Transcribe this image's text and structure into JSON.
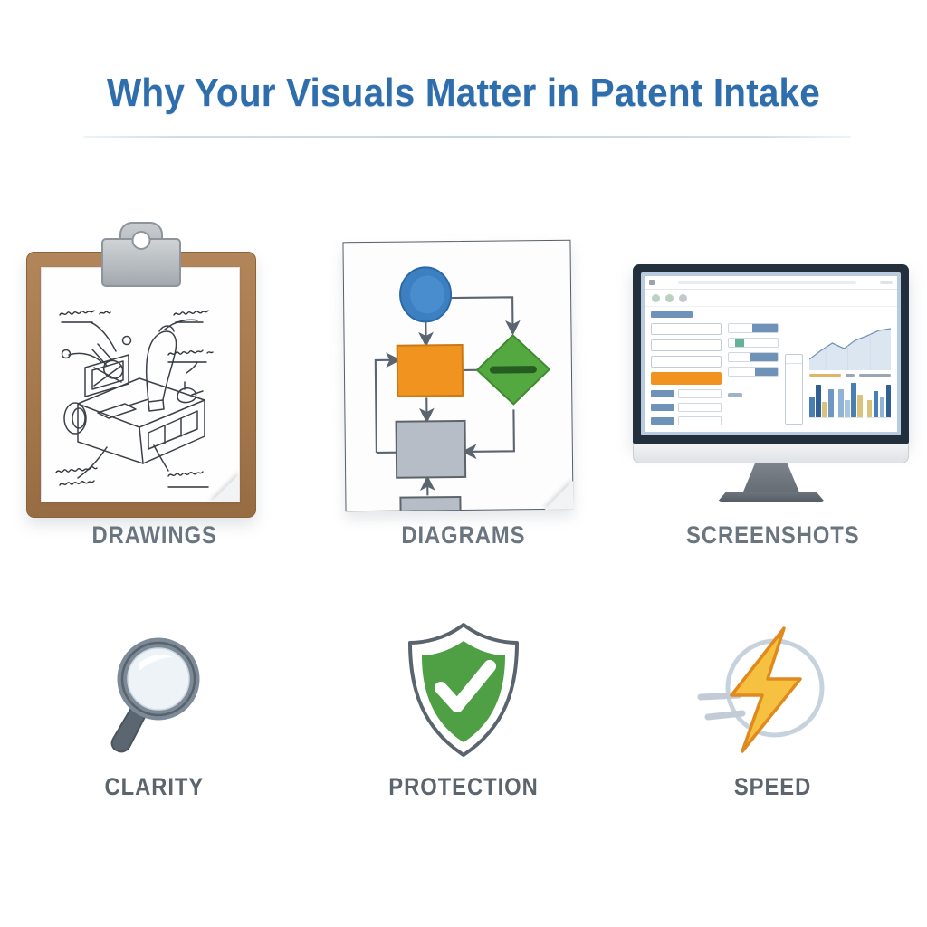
{
  "page": {
    "title": "Why Your Visuals Matter in Patent Intake",
    "background_color": "#ffffff",
    "title_color": "#2f6ead",
    "divider_color": "#c6d7e4",
    "caption_color": "#6b7580"
  },
  "media_row": {
    "items": [
      {
        "key": "drawings",
        "label": "DRAWINGS",
        "icon": "clipboard-sketch-icon",
        "description": "Clipboard with hand-drawn technical invention sketch and handwritten callout annotations",
        "colors": {
          "board": "#a97c50",
          "clip": "#b4babe",
          "paper": "#fefefe"
        }
      },
      {
        "key": "diagrams",
        "label": "DIAGRAMS",
        "icon": "flowchart-page-icon",
        "description": "Paper sheet with folded corner showing a flowchart",
        "colors": {
          "start": "#3d80c2",
          "process": "#f0941f",
          "decision": "#54a840",
          "step": "#b7bdc6"
        }
      },
      {
        "key": "screenshots",
        "label": "SCREENSHOTS",
        "icon": "desktop-monitor-icon",
        "description": "Desktop monitor showing a browser dashboard with forms, charts and an orange button",
        "colors": {
          "bezel": "#242f3d",
          "accent": "#6f92b8",
          "button": "#f0941f"
        }
      }
    ]
  },
  "benefit_row": {
    "items": [
      {
        "key": "clarity",
        "label": "CLARITY",
        "icon": "magnifying-glass-icon",
        "colors": {
          "rim": "#7d8a97",
          "lens": "#eef3f8",
          "handle": "#5b6670"
        }
      },
      {
        "key": "protection",
        "label": "PROTECTION",
        "icon": "shield-check-icon",
        "colors": {
          "shield": "#4f9f44",
          "outline": "#59646e",
          "check": "#ffffff"
        }
      },
      {
        "key": "speed",
        "label": "SPEED",
        "icon": "lightning-bolt-icon",
        "colors": {
          "bolt": "#f6c141",
          "bolt_outline": "#e08a1e",
          "circle": "#c6d2dd",
          "speed_lines": "#c3ccd6"
        }
      }
    ]
  },
  "dashboard": {
    "window_dots": [
      "#b9d3c0",
      "#b9d3c0",
      "#c4c9cd"
    ],
    "header_bar_color": "#6f92b8",
    "primary_button_color": "#f0941f",
    "chart": {
      "area_series": [
        12,
        26,
        34,
        30,
        44,
        40,
        56,
        62
      ],
      "bar_groups": [
        [
          22,
          34,
          16,
          30
        ],
        [
          30,
          18,
          36,
          24
        ],
        [
          18,
          28,
          22,
          34
        ]
      ],
      "bar_colors": [
        "#4a7fb5",
        "#8fb4d6",
        "#d9c27a",
        "#6e97c2"
      ]
    }
  },
  "flowchart": {
    "nodes": [
      {
        "id": "start",
        "shape": "ellipse",
        "color": "#3d80c2"
      },
      {
        "id": "process",
        "shape": "rect",
        "color": "#f0941f"
      },
      {
        "id": "decision",
        "shape": "diamond",
        "color": "#54a840"
      },
      {
        "id": "step",
        "shape": "rect",
        "color": "#b7bdc6"
      },
      {
        "id": "end",
        "shape": "rect",
        "color": "#b7bdc6"
      }
    ],
    "edge_color": "#5a6570"
  }
}
